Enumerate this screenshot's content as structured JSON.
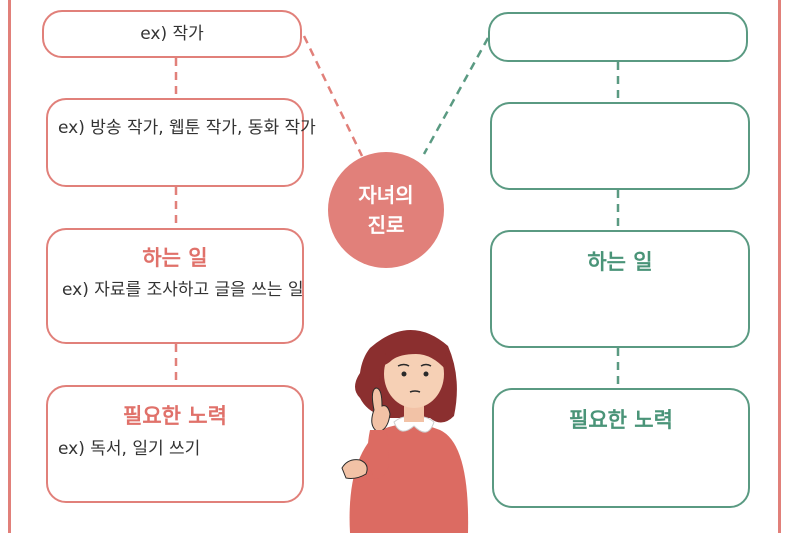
{
  "center": {
    "label": "자녀의 진로"
  },
  "left": {
    "job_example": "ex) 작가",
    "detail_example": "ex) 방송 작가, 웹툰 작가, 동화 작가",
    "work_title": "하는 일",
    "work_example": "ex) 자료를 조사하고 글을 쓰는 일",
    "effort_title": "필요한 노력",
    "effort_example": "ex) 독서, 일기 쓰기"
  },
  "right": {
    "job": "",
    "detail": "",
    "work_title": "하는 일",
    "effort_title": "필요한 노력"
  },
  "colors": {
    "pink": "#e1807a",
    "green": "#5a9a82"
  }
}
